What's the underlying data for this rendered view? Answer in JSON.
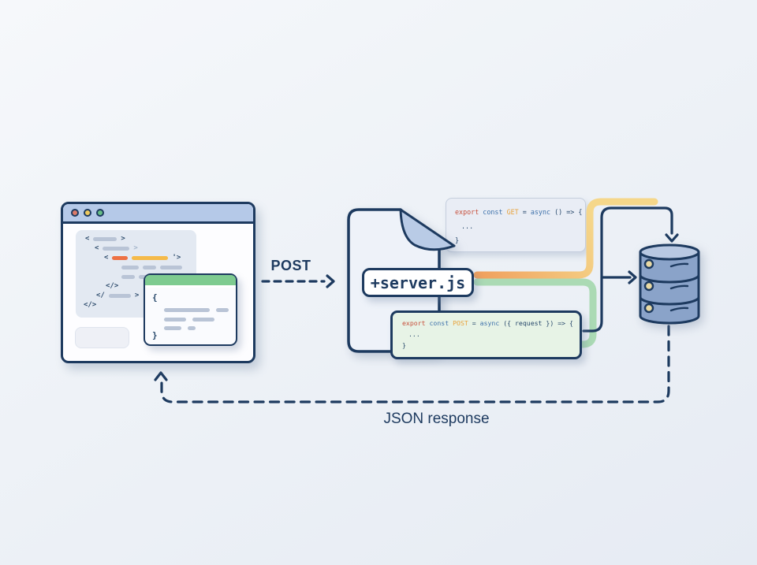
{
  "palette": {
    "line_navy": "#1d3a5f",
    "titlebar_blue": "#b5c9e8",
    "traffic_red": "#dc7a68",
    "traffic_yellow": "#edc95f",
    "traffic_green": "#67bd85",
    "pill_gray": "#b9c4d6",
    "pill_orange": "#ed7144",
    "pill_yellow": "#f5ba4a",
    "card_green_header": "#7ecb90",
    "get_card_bg": "#e9edf5",
    "post_card_bg": "#e7f3e6",
    "file_fill": "#eef2f9",
    "file_fold": "#b9cbe6",
    "db_body": "#8aa3c9",
    "db_top": "#b8c8e2",
    "stripe_orange": "#f0a05e",
    "stripe_yellow": "#f5d78a",
    "stripe_green": "#a8d8b0"
  },
  "browser": {
    "code_glyphs": {
      "l1_open": "<",
      "l1_close": ">",
      "l2_open": "<",
      "l2_close": ">",
      "l3_open": "<",
      "l3_close": "'>",
      "l6": "</>",
      "l7_open": "</",
      "l7_close": ">",
      "l8": "</>"
    },
    "json_card": {
      "open": "{",
      "close": "}"
    }
  },
  "flow": {
    "request_label": "POST",
    "response_label": "JSON response"
  },
  "server_file": {
    "name": "+server.js"
  },
  "snippets": {
    "get": {
      "tokens": [
        "export",
        " const ",
        "GET",
        " = ",
        "async",
        " () => {"
      ],
      "body": "...",
      "close": "}"
    },
    "post": {
      "tokens": [
        "export",
        " const ",
        "POST",
        " = ",
        "async",
        " ({ request }) => {"
      ],
      "body": "...",
      "close": "}"
    }
  }
}
